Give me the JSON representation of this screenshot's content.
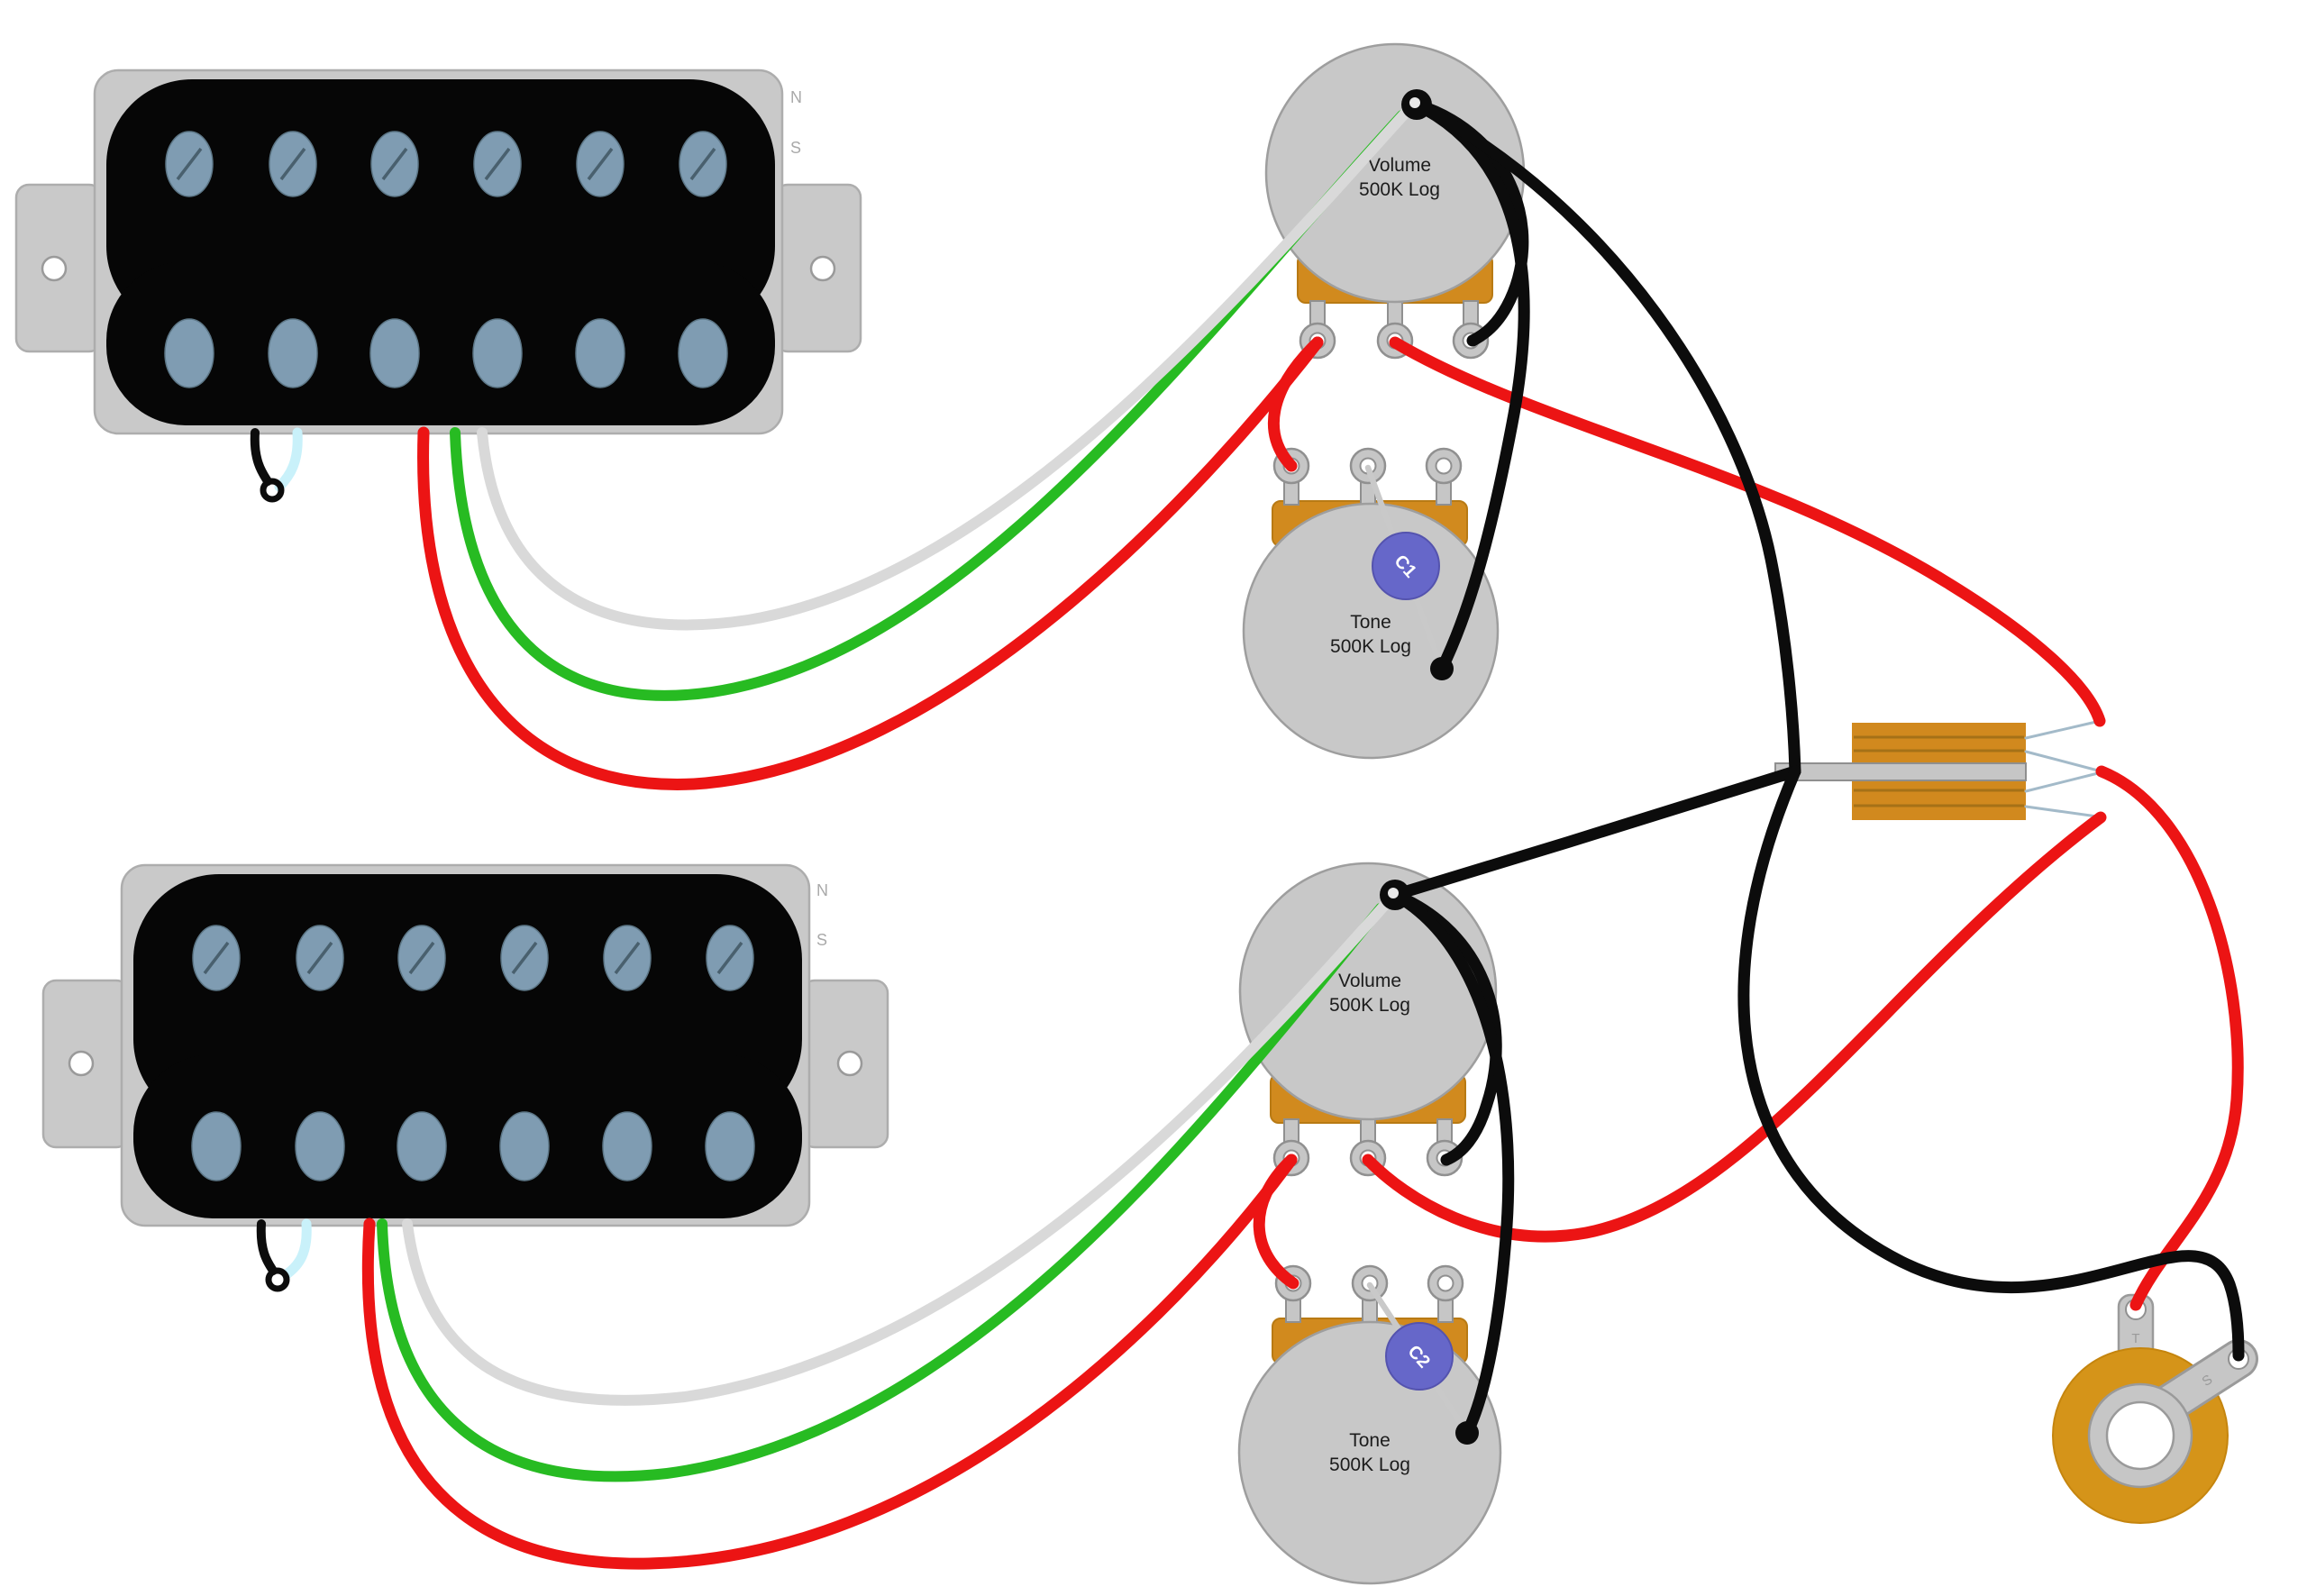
{
  "labels": {
    "pickup_neck": {
      "north": "N",
      "south": "S"
    },
    "pickup_bridge": {
      "north": "N",
      "south": "S"
    },
    "volume_neck": {
      "line1": "Volume",
      "line2": "500K Log"
    },
    "tone_neck": {
      "line1": "Tone",
      "line2": "500K Log"
    },
    "volume_bridge": {
      "line1": "Volume",
      "line2": "500K Log"
    },
    "tone_bridge": {
      "line1": "Tone",
      "line2": "500K Log"
    },
    "cap_neck": "C1",
    "cap_bridge": "C2",
    "jack": {
      "tip": "T",
      "sleeve": "S"
    }
  },
  "colors": {
    "wire_red": "#ec1414",
    "wire_black": "#0c0c0c",
    "wire_green": "#27bb22",
    "wire_white": "#d9d9d9",
    "wire_cyan": "#c9f1fa",
    "pickup_body": "#060606",
    "plate_gray": "#c9c9c9",
    "pole_fill": "#7f9cb2",
    "pot_face": "#c8c8c8",
    "pot_base": "#d18a1e",
    "cap_fill": "#6667c9",
    "switch_body": "#d1891e",
    "jack_body": "#d59419",
    "terminal_line": "#a3bac9"
  }
}
